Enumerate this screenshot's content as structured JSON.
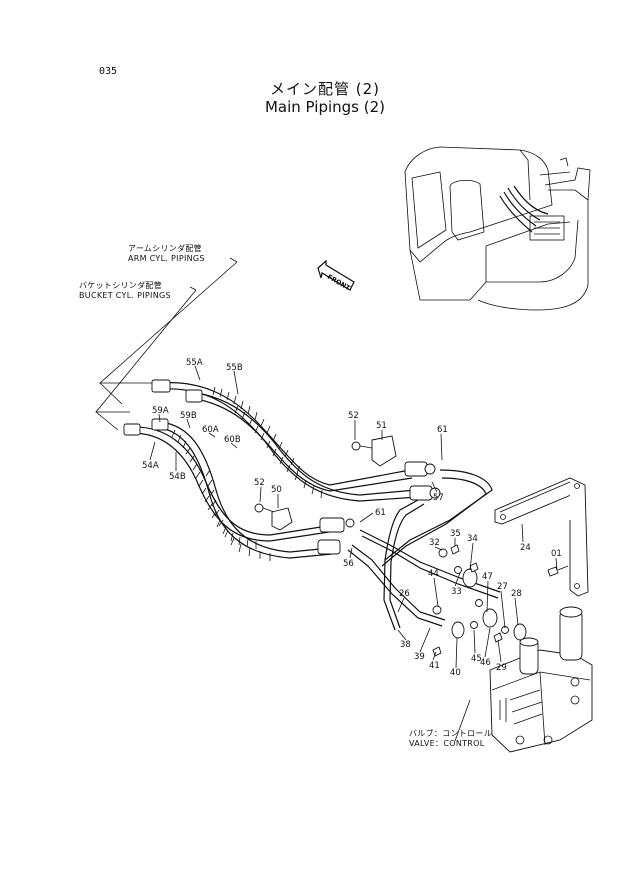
{
  "page_number": "035",
  "title_jp": "メイン配管 (2)",
  "title_en": "Main Pipings (2)",
  "callouts": {
    "arm_jp": "アームシリンダ配管",
    "arm_en": "ARM CYL. PIPINGS",
    "bucket_jp": "バケットシリンダ配管",
    "bucket_en": "BUCKET CYL. PIPINGS",
    "valve_jp": "バルブ：コントロール",
    "valve_en": "VALVE：CONTROL",
    "front": "FRONT"
  },
  "parts": [
    "55A",
    "55B",
    "59A",
    "59B",
    "60A",
    "60B",
    "54A",
    "54B",
    "52",
    "51",
    "61",
    "57",
    "52",
    "50",
    "61",
    "56",
    "35",
    "34",
    "32",
    "33",
    "44",
    "47",
    "27",
    "28",
    "26",
    "38",
    "39",
    "41",
    "40",
    "45",
    "46",
    "29",
    "24",
    "01"
  ]
}
